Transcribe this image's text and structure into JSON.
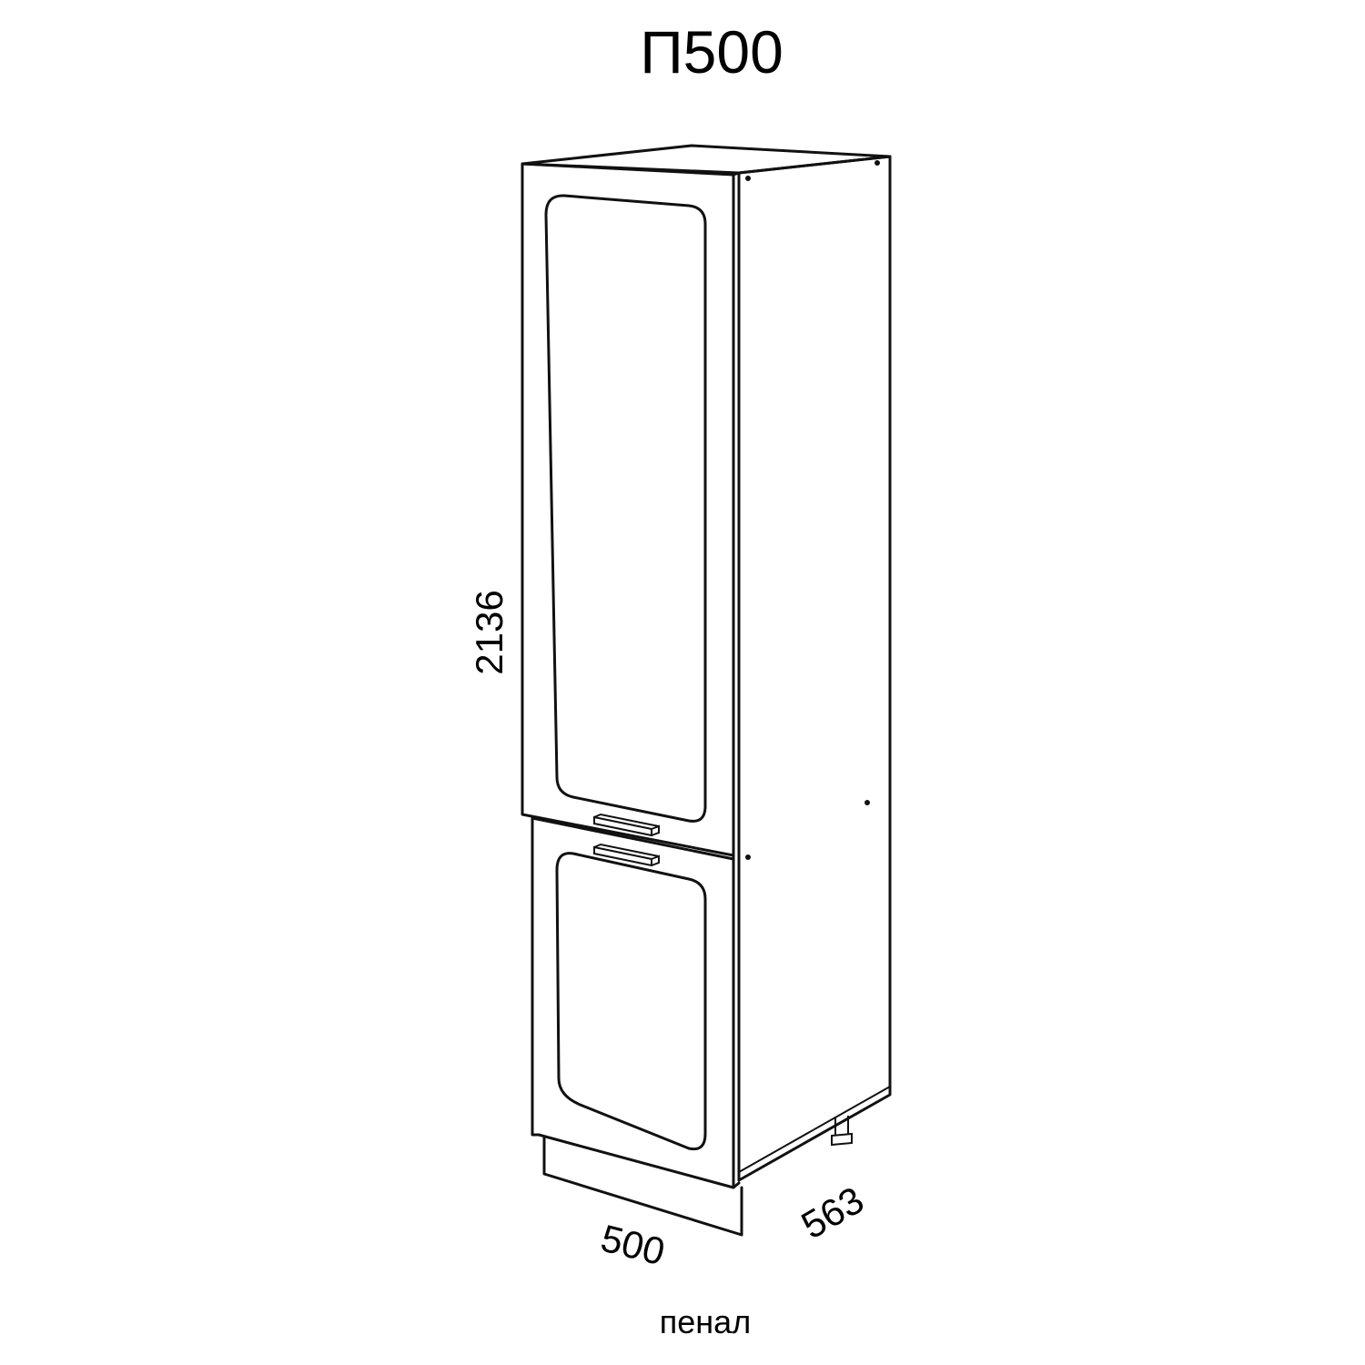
{
  "title": "П500",
  "caption": "пенал",
  "dimensions": {
    "height": "2136",
    "width": "500",
    "depth": "563"
  },
  "colors": {
    "line": "#111111",
    "background": "#ffffff"
  }
}
